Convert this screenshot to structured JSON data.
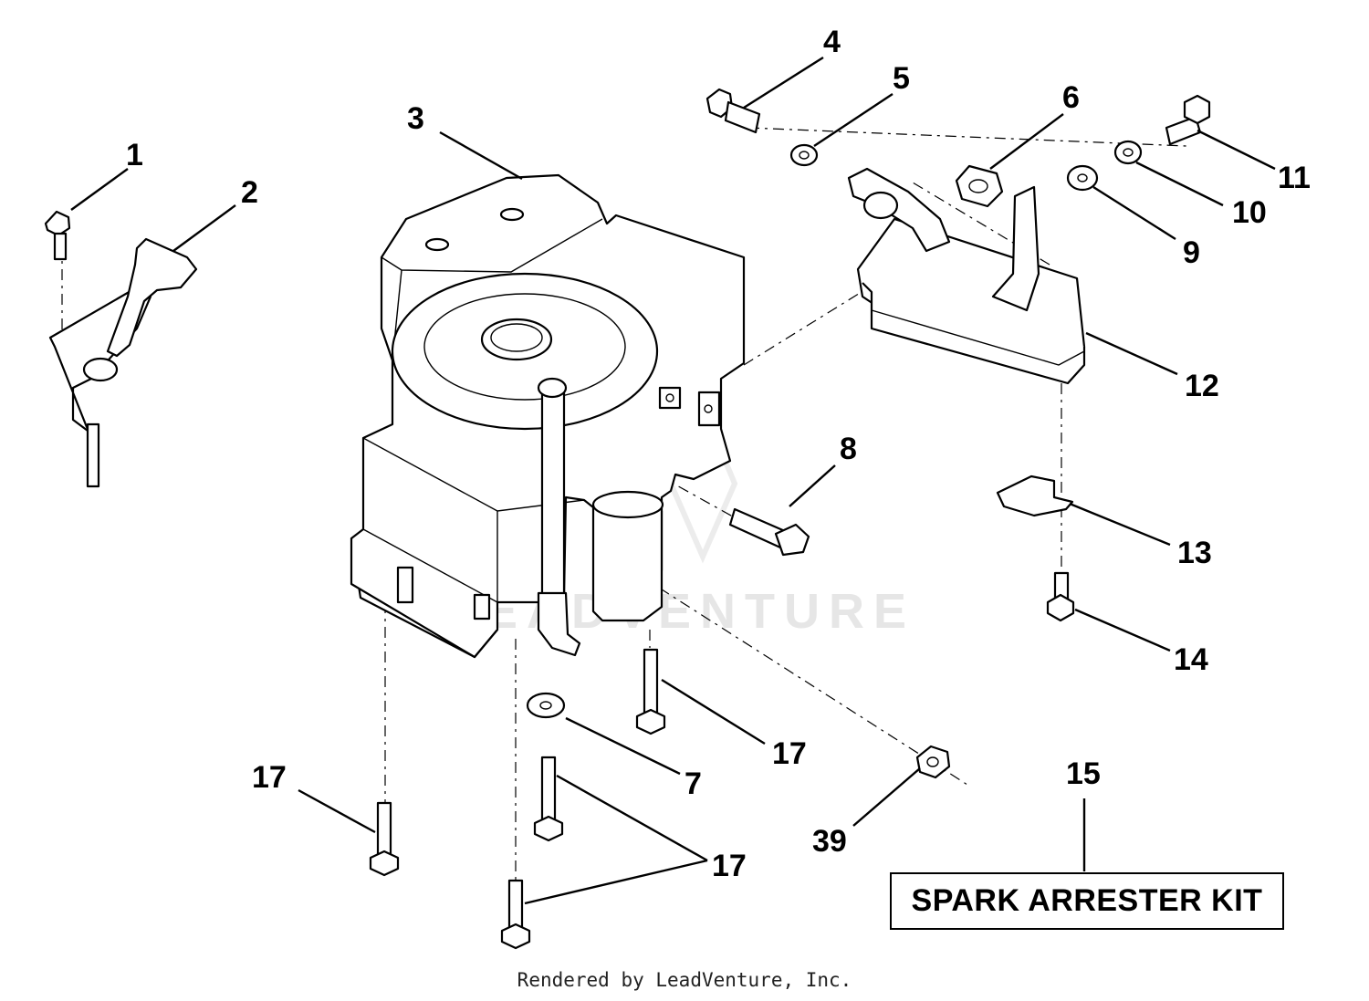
{
  "callouts": [
    {
      "id": "c1",
      "text": "1"
    },
    {
      "id": "c2",
      "text": "2"
    },
    {
      "id": "c3",
      "text": "3"
    },
    {
      "id": "c4",
      "text": "4"
    },
    {
      "id": "c5",
      "text": "5"
    },
    {
      "id": "c6",
      "text": "6"
    },
    {
      "id": "c7",
      "text": "7"
    },
    {
      "id": "c8",
      "text": "8"
    },
    {
      "id": "c9",
      "text": "9"
    },
    {
      "id": "c10",
      "text": "10"
    },
    {
      "id": "c11",
      "text": "11"
    },
    {
      "id": "c12",
      "text": "12"
    },
    {
      "id": "c13",
      "text": "13"
    },
    {
      "id": "c14",
      "text": "14"
    },
    {
      "id": "c15",
      "text": "15"
    },
    {
      "id": "c17a",
      "text": "17"
    },
    {
      "id": "c17b",
      "text": "17"
    },
    {
      "id": "c17c",
      "text": "17"
    },
    {
      "id": "c39",
      "text": "39"
    }
  ],
  "kit_label": "SPARK ARRESTER KIT",
  "watermark": "LEADVENTURE",
  "footer": "Rendered by LeadVenture, Inc."
}
